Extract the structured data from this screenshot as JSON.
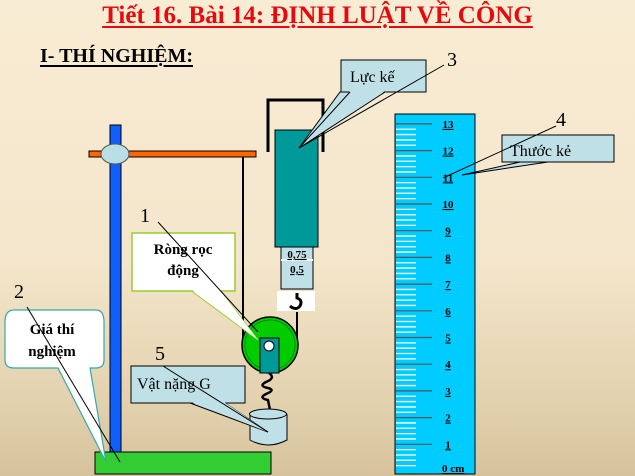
{
  "slide": {
    "title": "Tiết 16. Bài 14: ĐỊNH LUẬT VỀ CÔNG",
    "section_heading": "I- THÍ NGHIỆM:"
  },
  "colors": {
    "title_red": "#e8090d",
    "stand_pole_blue": "#0f5fff",
    "stand_base_green": "#33cc33",
    "crossbar_orange": "#ff6600",
    "dynamometer_teal": "#009999",
    "callout_lightblue": "#bfe0e6",
    "ruler_cyan": "#00ccff",
    "pulley_green": "#00cc00"
  },
  "callouts": {
    "dynamometer": {
      "number": "3",
      "label": "Lực kế"
    },
    "ruler": {
      "number": "4",
      "label": "Thước kẻ"
    },
    "pulley": {
      "number": "1",
      "label_line1": "Ròng rọc",
      "label_line2": "động"
    },
    "stand": {
      "number": "2",
      "label_line1": "Giá thí",
      "label_line2": "nghiệm"
    },
    "weight": {
      "number": "5",
      "label": "Vật nặng G"
    }
  },
  "dynamometer": {
    "scale_top": "0,75",
    "scale_bottom": "0,5"
  },
  "ruler": {
    "unit_label": "0 cm",
    "ticks": [
      "1",
      "2",
      "3",
      "4",
      "5",
      "6",
      "7",
      "8",
      "9",
      "10",
      "11",
      "12",
      "13"
    ]
  }
}
